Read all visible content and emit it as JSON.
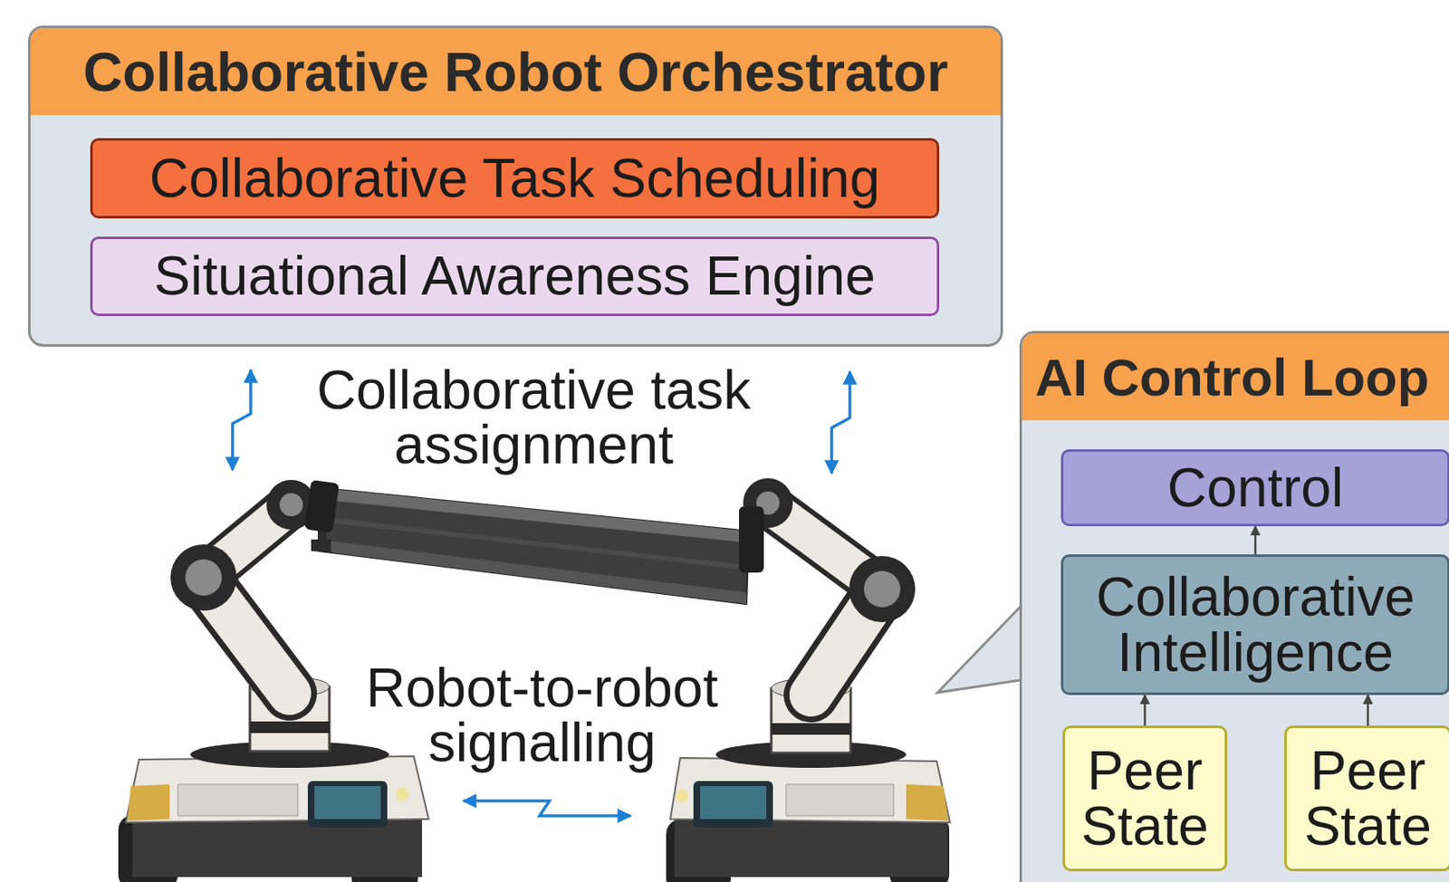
{
  "diagram": {
    "nodes": [
      {
        "text": [
          "Collaborative Robot Orchestrator"
        ]
      },
      {
        "text": [
          "Collaborative Task Scheduling"
        ],
        "in": 0
      },
      {
        "text": [
          "Situational Awareness Engine"
        ],
        "in": 0
      },
      {
        "text": [
          "AI Control Loop"
        ]
      },
      {
        "text": [
          "Control"
        ],
        "in": 3
      },
      {
        "text": [
          "Collaborative Intelligence"
        ],
        "in": 3
      },
      {
        "text": [
          "Peer State"
        ],
        "in": 3
      },
      {
        "text": [
          "Peer State"
        ],
        "in": 3
      }
    ],
    "edges": [
      {
        "from": 5,
        "to": 4,
        "arrow": "to"
      },
      {
        "from": 6,
        "to": 5,
        "arrow": "to"
      },
      {
        "from": 7,
        "to": 5,
        "arrow": "to"
      }
    ],
    "labels": [
      "Collaborative task assignment",
      "Robot-to-robot signalling"
    ]
  }
}
